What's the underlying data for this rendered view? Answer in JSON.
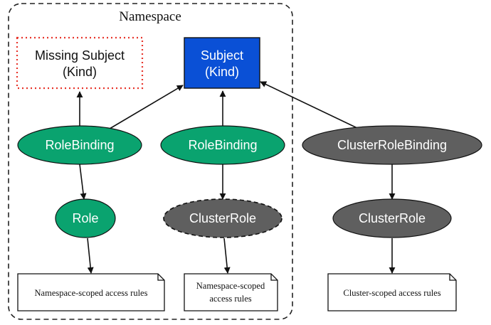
{
  "cluster": {
    "label": "Namespace"
  },
  "nodes": {
    "missing_subject": {
      "line1": "Missing Subject",
      "line2": "(Kind)"
    },
    "subject": {
      "line1": "Subject",
      "line2": "(Kind)"
    },
    "rolebinding_1": {
      "label": "RoleBinding"
    },
    "rolebinding_2": {
      "label": "RoleBinding"
    },
    "clusterrolebinding": {
      "label": "ClusterRoleBinding"
    },
    "role": {
      "label": "Role"
    },
    "clusterrole_ns": {
      "label": "ClusterRole"
    },
    "clusterrole": {
      "label": "ClusterRole"
    },
    "rules_ns": {
      "label": "Namespace-scoped access rules"
    },
    "rules_ns_cr": {
      "line1": "Namespace-scoped",
      "line2": "access rules"
    },
    "rules_cluster": {
      "label": "Cluster-scoped access rules"
    }
  },
  "colors": {
    "green": "#0aa36f",
    "gray": "#5f5f5f",
    "blue": "#0a50d6",
    "missing_border": "#e8362c"
  }
}
